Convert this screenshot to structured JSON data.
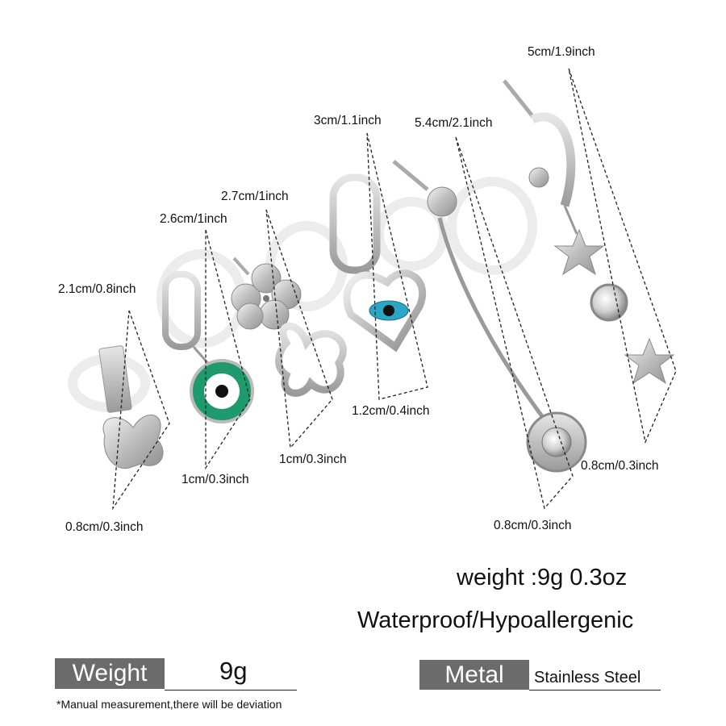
{
  "dimensions": {
    "item1_length": "2.1cm/0.8inch",
    "item1_width": "0.8cm/0.3inch",
    "item2_length": "2.6cm/1inch",
    "item2_width": "1cm/0.3inch",
    "item3_length": "2.7cm/1inch",
    "item3_width": "1cm/0.3inch",
    "item4_length": "3cm/1.1inch",
    "item4_width": "1.2cm/0.4inch",
    "item5_length": "5.4cm/2.1inch",
    "item5_width": "0.8cm/0.3inch",
    "item6_length": "5cm/1.9inch",
    "item6_width": "0.8cm/0.3inch"
  },
  "product_info": {
    "weight_line": "weight :9g  0.3oz",
    "features_line": "Waterproof/Hypoallergenic"
  },
  "specs": {
    "weight_label": "Weight",
    "weight_value": "9g",
    "metal_label": "Metal",
    "metal_value": "Stainless Steel"
  },
  "footnote": "*Manual measurement,there will be deviation",
  "colors": {
    "spec_label_bg": "#6b6b6b",
    "enamel_green": "#1f9a6c",
    "enamel_blue": "#2aa7c6",
    "steel": "#c9c9c9"
  }
}
